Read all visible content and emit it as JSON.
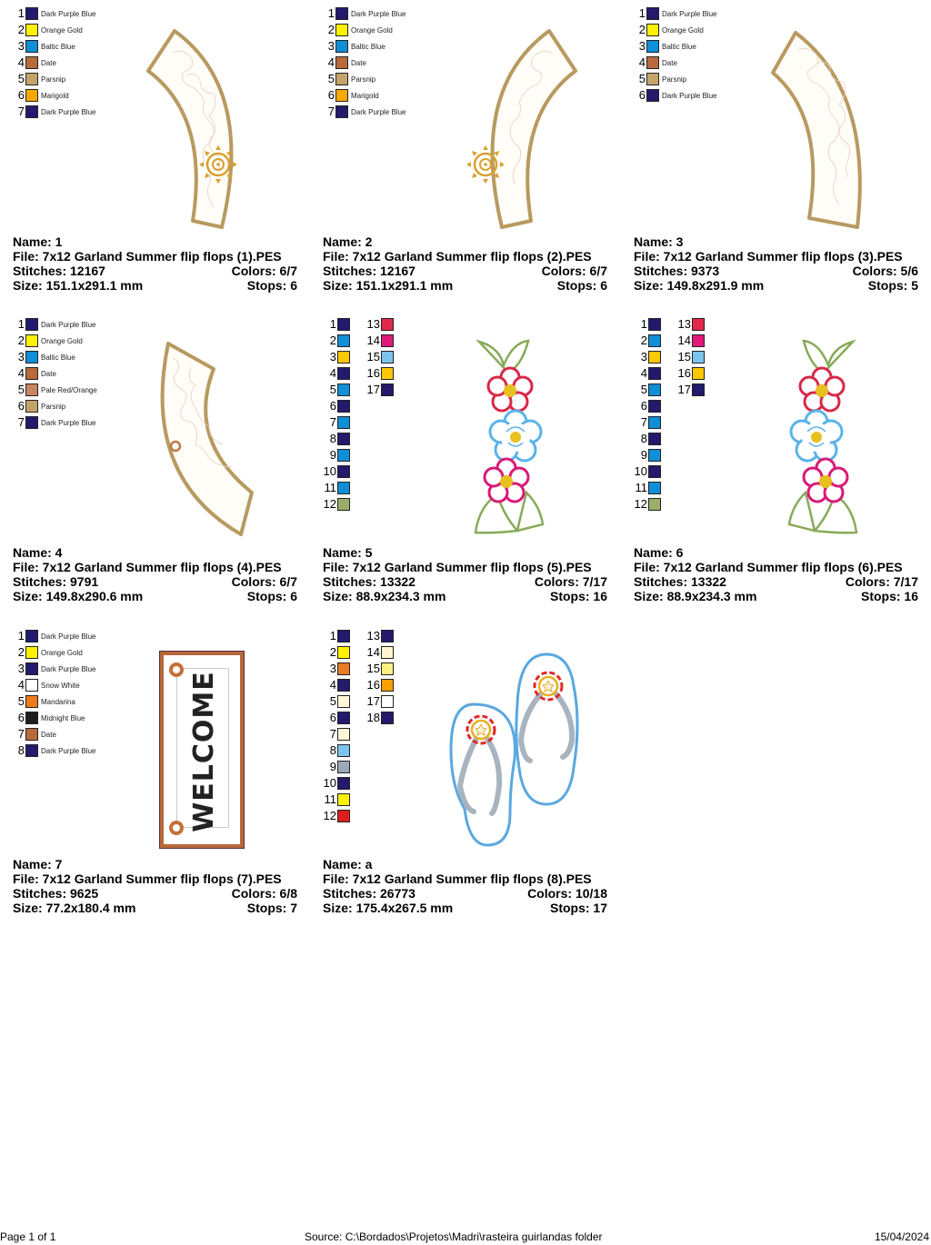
{
  "designs": [
    {
      "name_label": "Name: 1",
      "file_label": "File: 7x12 Garland Summer flip flops (1).PES",
      "stitches_label": "Stitches: 12167",
      "colors_label": "Colors: 6/7",
      "size_label": "Size: 151.1x291.1 mm",
      "stops_label": "Stops: 6",
      "palette": [
        {
          "num": "1",
          "name": "Dark Purple Blue",
          "color": "#231a6e"
        },
        {
          "num": "2",
          "name": "Orange Gold",
          "color": "#fff200"
        },
        {
          "num": "3",
          "name": "Baltic Blue",
          "color": "#0f8fd8"
        },
        {
          "num": "4",
          "name": "Date",
          "color": "#b86a3c"
        },
        {
          "num": "5",
          "name": "Parsnip",
          "color": "#c4a46a"
        },
        {
          "num": "6",
          "name": "Marigold",
          "color": "#f7a800"
        },
        {
          "num": "7",
          "name": "Dark Purple Blue",
          "color": "#231a6e"
        }
      ]
    },
    {
      "name_label": "Name: 2",
      "file_label": "File: 7x12 Garland Summer flip flops (2).PES",
      "stitches_label": "Stitches: 12167",
      "colors_label": "Colors: 6/7",
      "size_label": "Size: 151.1x291.1 mm",
      "stops_label": "Stops: 6",
      "palette": [
        {
          "num": "1",
          "name": "Dark Purple Blue",
          "color": "#231a6e"
        },
        {
          "num": "2",
          "name": "Orange Gold",
          "color": "#fff200"
        },
        {
          "num": "3",
          "name": "Baltic Blue",
          "color": "#0f8fd8"
        },
        {
          "num": "4",
          "name": "Date",
          "color": "#b86a3c"
        },
        {
          "num": "5",
          "name": "Parsnip",
          "color": "#c4a46a"
        },
        {
          "num": "6",
          "name": "Marigold",
          "color": "#f7a800"
        },
        {
          "num": "7",
          "name": "Dark Purple Blue",
          "color": "#231a6e"
        }
      ]
    },
    {
      "name_label": "Name: 3",
      "file_label": "File: 7x12 Garland Summer flip flops (3).PES",
      "stitches_label": "Stitches: 9373",
      "colors_label": "Colors: 5/6",
      "size_label": "Size: 149.8x291.9 mm",
      "stops_label": "Stops: 5",
      "palette": [
        {
          "num": "1",
          "name": "Dark Purple Blue",
          "color": "#231a6e"
        },
        {
          "num": "2",
          "name": "Orange Gold",
          "color": "#fff200"
        },
        {
          "num": "3",
          "name": "Baltic Blue",
          "color": "#0f8fd8"
        },
        {
          "num": "4",
          "name": "Date",
          "color": "#b86a3c"
        },
        {
          "num": "5",
          "name": "Parsnip",
          "color": "#c4a46a"
        },
        {
          "num": "6",
          "name": "Dark Purple Blue",
          "color": "#231a6e"
        }
      ]
    },
    {
      "name_label": "Name: 4",
      "file_label": "File: 7x12 Garland Summer flip flops (4).PES",
      "stitches_label": "Stitches: 9791",
      "colors_label": "Colors: 6/7",
      "size_label": "Size: 149.8x290.6 mm",
      "stops_label": "Stops: 6",
      "palette": [
        {
          "num": "1",
          "name": "Dark Purple Blue",
          "color": "#231a6e"
        },
        {
          "num": "2",
          "name": "Orange Gold",
          "color": "#fff200"
        },
        {
          "num": "3",
          "name": "Baltic Blue",
          "color": "#0f8fd8"
        },
        {
          "num": "4",
          "name": "Date",
          "color": "#b86a3c"
        },
        {
          "num": "5",
          "name": "Pale Red/Orange",
          "color": "#c98560"
        },
        {
          "num": "6",
          "name": "Parsnip",
          "color": "#c4a46a"
        },
        {
          "num": "7",
          "name": "Dark Purple Blue",
          "color": "#231a6e"
        }
      ]
    },
    {
      "name_label": "Name: 5",
      "file_label": "File: 7x12 Garland Summer flip flops (5).PES",
      "stitches_label": "Stitches: 13322",
      "colors_label": "Colors: 7/17",
      "size_label": "Size: 88.9x234.3 mm",
      "stops_label": "Stops: 16",
      "palette": [
        {
          "num": "1",
          "color": "#231a6e"
        },
        {
          "num": "2",
          "color": "#0f8fd8"
        },
        {
          "num": "3",
          "color": "#fcc800"
        },
        {
          "num": "4",
          "color": "#231a6e"
        },
        {
          "num": "5",
          "color": "#0f8fd8"
        },
        {
          "num": "6",
          "color": "#231a6e"
        },
        {
          "num": "7",
          "color": "#0f8fd8"
        },
        {
          "num": "8",
          "color": "#231a6e"
        },
        {
          "num": "9",
          "color": "#0f8fd8"
        },
        {
          "num": "10",
          "color": "#231a6e"
        },
        {
          "num": "11",
          "color": "#0f8fd8"
        },
        {
          "num": "12",
          "color": "#9aae6a"
        },
        {
          "num": "13",
          "color": "#e0284a"
        },
        {
          "num": "14",
          "color": "#e01a7a"
        },
        {
          "num": "15",
          "color": "#7cc4ee"
        },
        {
          "num": "16",
          "color": "#fcc800"
        },
        {
          "num": "17",
          "color": "#231a6e"
        }
      ]
    },
    {
      "name_label": "Name: 6",
      "file_label": "File: 7x12 Garland Summer flip flops (6).PES",
      "stitches_label": "Stitches: 13322",
      "colors_label": "Colors: 7/17",
      "size_label": "Size: 88.9x234.3 mm",
      "stops_label": "Stops: 16",
      "palette": [
        {
          "num": "1",
          "color": "#231a6e"
        },
        {
          "num": "2",
          "color": "#0f8fd8"
        },
        {
          "num": "3",
          "color": "#fcc800"
        },
        {
          "num": "4",
          "color": "#231a6e"
        },
        {
          "num": "5",
          "color": "#0f8fd8"
        },
        {
          "num": "6",
          "color": "#231a6e"
        },
        {
          "num": "7",
          "color": "#0f8fd8"
        },
        {
          "num": "8",
          "color": "#231a6e"
        },
        {
          "num": "9",
          "color": "#0f8fd8"
        },
        {
          "num": "10",
          "color": "#231a6e"
        },
        {
          "num": "11",
          "color": "#0f8fd8"
        },
        {
          "num": "12",
          "color": "#9aae6a"
        },
        {
          "num": "13",
          "color": "#e0284a"
        },
        {
          "num": "14",
          "color": "#e01a7a"
        },
        {
          "num": "15",
          "color": "#7cc4ee"
        },
        {
          "num": "16",
          "color": "#fcc800"
        },
        {
          "num": "17",
          "color": "#231a6e"
        }
      ]
    },
    {
      "name_label": "Name: 7",
      "file_label": "File: 7x12 Garland Summer flip flops (7).PES",
      "stitches_label": "Stitches: 9625",
      "colors_label": "Colors: 6/8",
      "size_label": "Size: 77.2x180.4 mm",
      "stops_label": "Stops: 7",
      "palette": [
        {
          "num": "1",
          "name": "Dark Purple Blue",
          "color": "#231a6e"
        },
        {
          "num": "2",
          "name": "Orange Gold",
          "color": "#fff200"
        },
        {
          "num": "3",
          "name": "Dark Purple Blue",
          "color": "#231a6e"
        },
        {
          "num": "4",
          "name": "Snow White",
          "color": "#ffffff"
        },
        {
          "num": "5",
          "name": "Mandarina",
          "color": "#ee7a1a"
        },
        {
          "num": "6",
          "name": "Midnight Blue",
          "color": "#1e1e1e"
        },
        {
          "num": "7",
          "name": "Date",
          "color": "#b86a3c"
        },
        {
          "num": "8",
          "name": "Dark Purple Blue",
          "color": "#231a6e"
        }
      ],
      "art_text": "WELCOME"
    },
    {
      "name_label": "Name: a",
      "file_label": "File: 7x12 Garland Summer flip flops (8).PES",
      "stitches_label": "Stitches: 26773",
      "colors_label": "Colors: 10/18",
      "size_label": "Size: 175.4x267.5 mm",
      "stops_label": "Stops: 17",
      "palette": [
        {
          "num": "1",
          "color": "#231a6e"
        },
        {
          "num": "2",
          "color": "#fff200"
        },
        {
          "num": "3",
          "color": "#e87a28"
        },
        {
          "num": "4",
          "color": "#231a6e"
        },
        {
          "num": "5",
          "color": "#fff8d8"
        },
        {
          "num": "6",
          "color": "#231a6e"
        },
        {
          "num": "7",
          "color": "#fff8d8"
        },
        {
          "num": "8",
          "color": "#7cc4ee"
        },
        {
          "num": "9",
          "color": "#9aa8b8"
        },
        {
          "num": "10",
          "color": "#231a6e"
        },
        {
          "num": "11",
          "color": "#fff200"
        },
        {
          "num": "12",
          "color": "#e01e1e"
        },
        {
          "num": "13",
          "color": "#231a6e"
        },
        {
          "num": "14",
          "color": "#fff6d0"
        },
        {
          "num": "15",
          "color": "#fff080"
        },
        {
          "num": "16",
          "color": "#f7a000"
        },
        {
          "num": "17",
          "color": "#ffffff"
        },
        {
          "num": "18",
          "color": "#231a6e"
        }
      ]
    }
  ],
  "footer": {
    "page": "Page 1 of 1",
    "source": "Source: C:\\Bordados\\Projetos\\Madri\\rasteira guirlandas folder",
    "date": "15/04/2024"
  }
}
